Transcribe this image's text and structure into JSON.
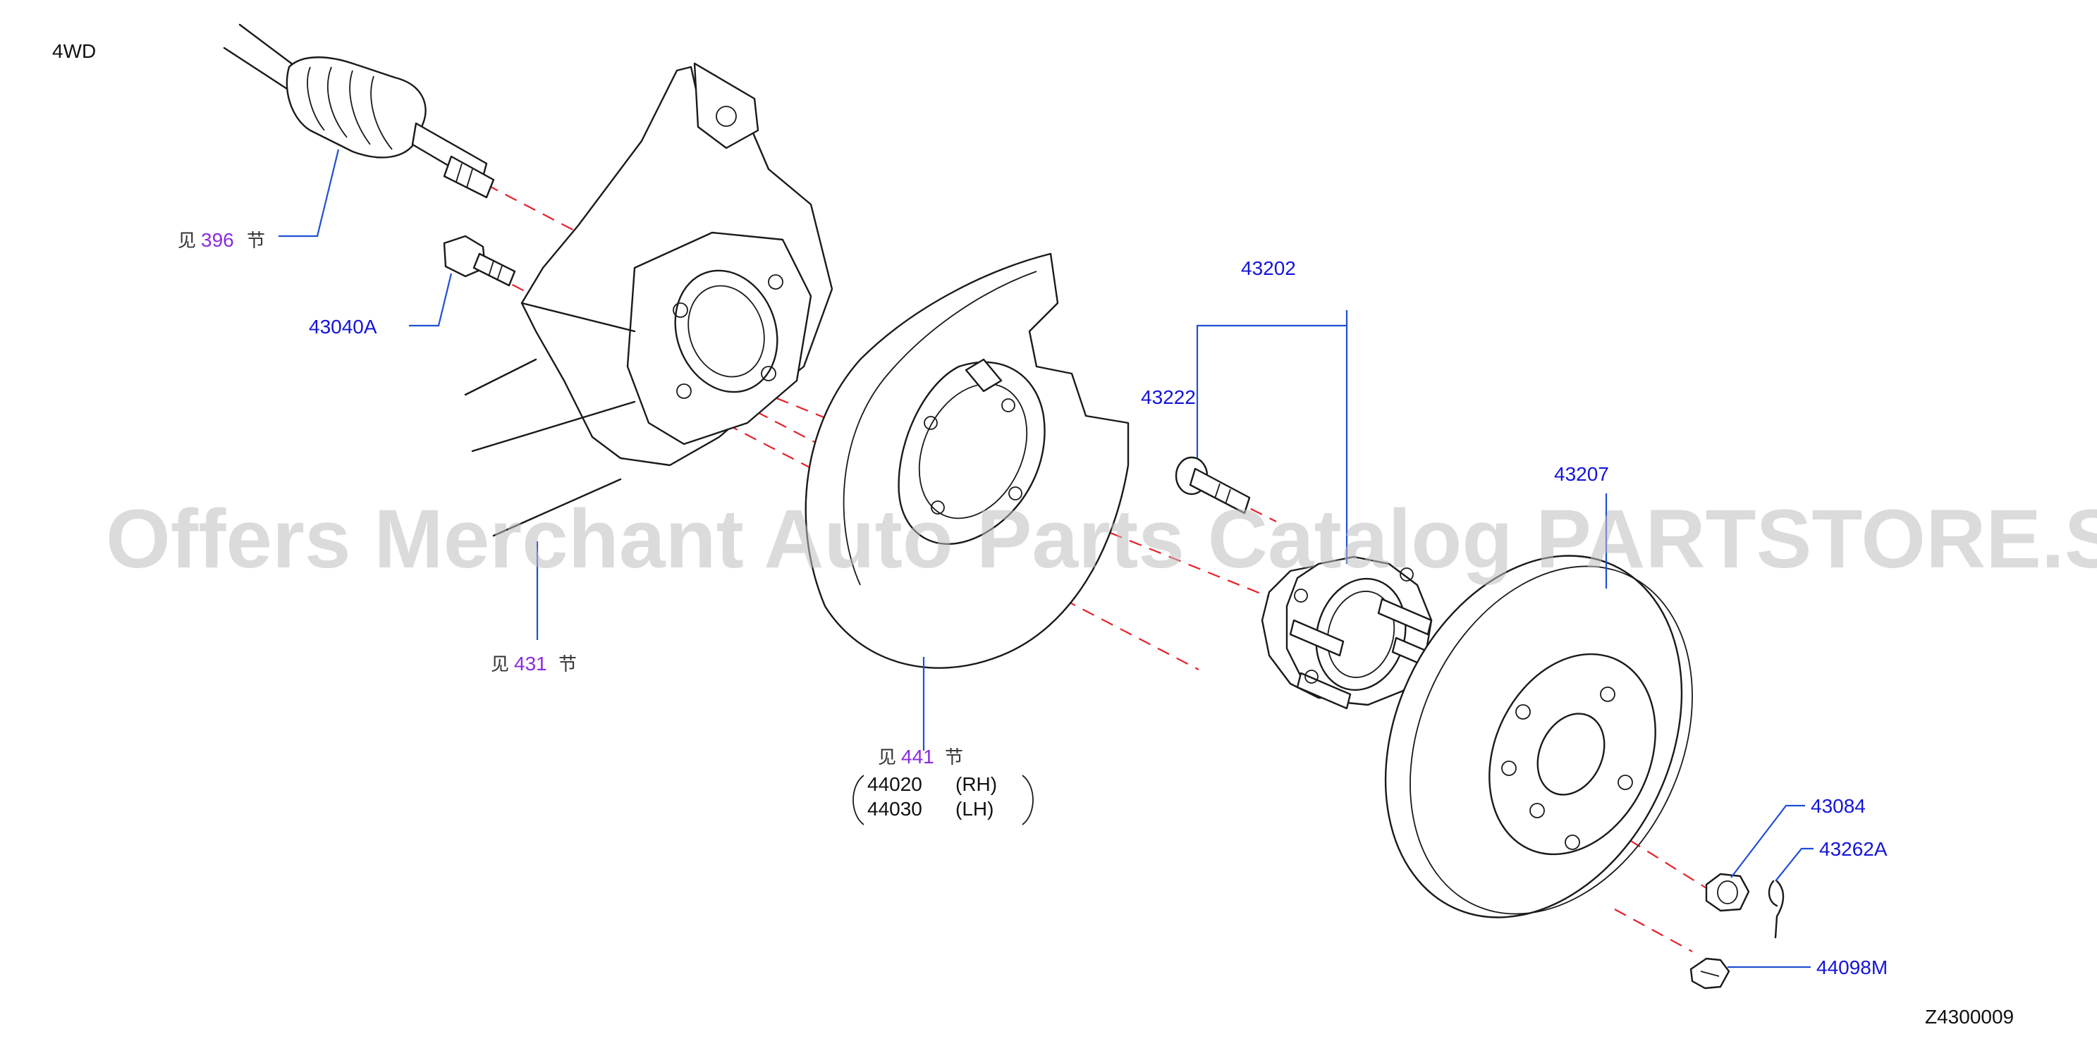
{
  "header": {
    "variant": "4WD"
  },
  "footer": {
    "diagram_code": "Z4300009"
  },
  "watermark": "Offers Merchant Auto Parts Catalog PARTSTORE.SA",
  "see_prefix": "见",
  "see_suffix": "节",
  "references": {
    "drive_shaft": "396",
    "knuckle": "431",
    "backing_plate": "441"
  },
  "backing_plate_variants": [
    {
      "part": "44020",
      "side": "(RH)"
    },
    {
      "part": "44030",
      "side": "(LH)"
    }
  ],
  "parts": {
    "bolt_knuckle": "43040A",
    "hub_assembly": "43202",
    "hub_bolt": "43222",
    "disc_rotor": "43207",
    "nut": "43084",
    "cotter_pin": "43262A",
    "cap": "44098M"
  },
  "colors": {
    "part_number": "#1414d8",
    "section_ref": "#8a2be2",
    "leader_line": "#1f4fd1",
    "center_line": "#e8202a"
  }
}
